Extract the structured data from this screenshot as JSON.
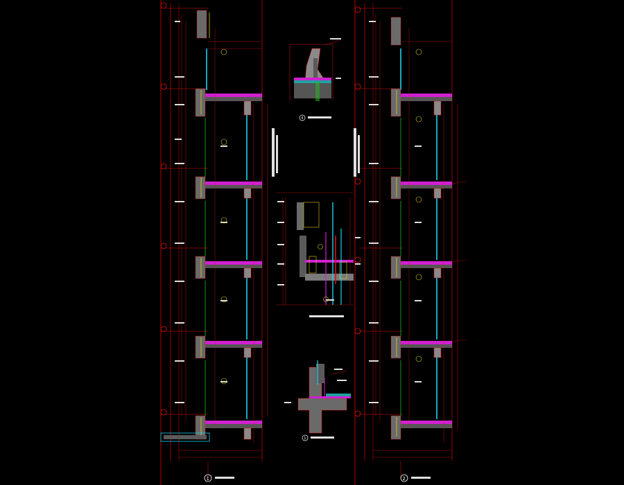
{
  "drawing": {
    "background": "#000000",
    "colors": {
      "frame_red": "#c00000",
      "dim_red": "#e01010",
      "slab_magenta": "#d020d0",
      "glass_cyan": "#20d0f0",
      "wall_green": "#20c020",
      "yellow": "#e0d020",
      "white": "#ffffff",
      "text": "#e0e0e0"
    }
  },
  "sections": [
    {
      "id": "section-1",
      "number": "1"
    },
    {
      "id": "section-2",
      "number": "2"
    }
  ],
  "details": [
    {
      "id": "detail-top",
      "number": "4"
    },
    {
      "id": "detail-mid"
    },
    {
      "id": "detail-bottom",
      "number": "1"
    }
  ]
}
